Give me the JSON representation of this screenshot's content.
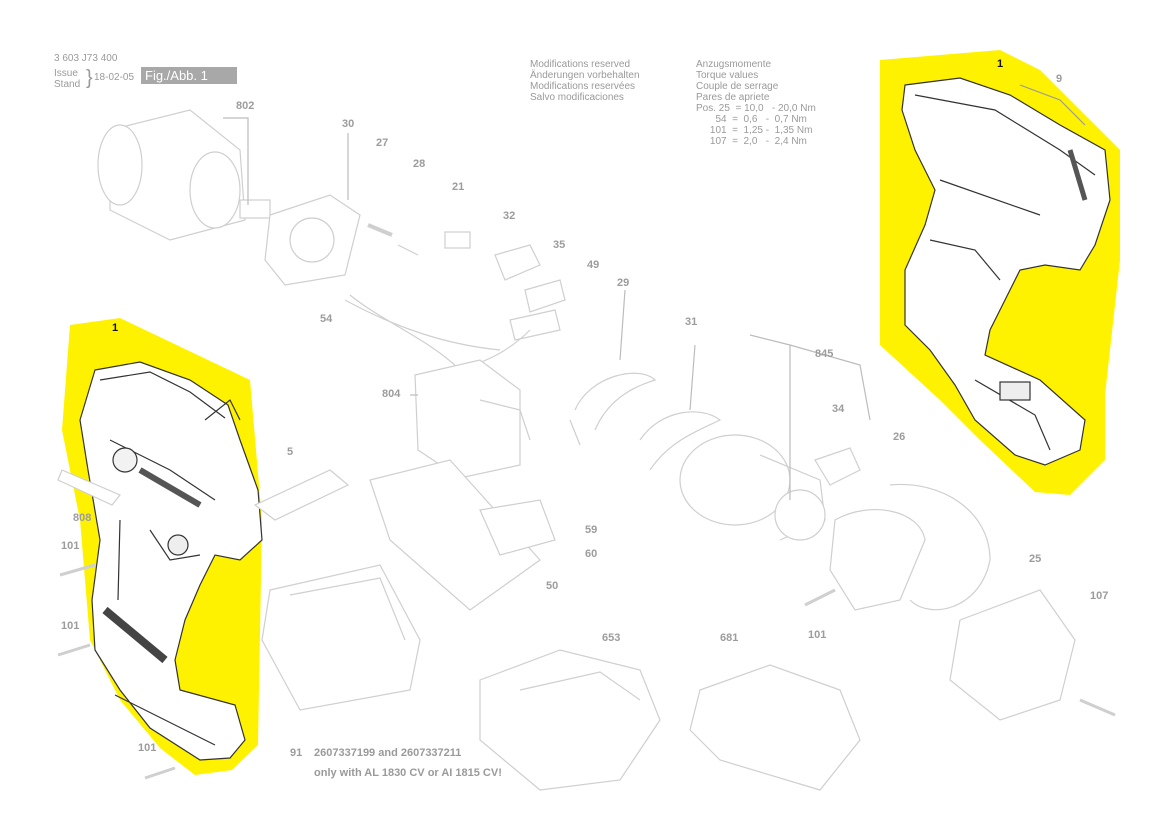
{
  "header": {
    "doc_number": "3 603 J73 400",
    "issue_label": "Issue",
    "stand_label": "Stand",
    "date": "18-02-05",
    "figure_label": "Fig./Abb. 1"
  },
  "notes_left": [
    "Modifications reserved",
    "Änderungen vorbehalten",
    "Modifications reservées",
    "Salvo modificaciones"
  ],
  "notes_right": [
    "Anzugsmomente",
    "Torque values",
    "Couple de serrage",
    "Pares de apriete",
    "Pos. 25  = 10,0   - 20,0 Nm",
    "       54  =  0,6   -  0,7 Nm",
    "     101  =  1,25 -  1,35 Nm",
    "     107  =  2,0   -  2,4 Nm"
  ],
  "part_labels": {
    "p802": "802",
    "p30": "30",
    "p27": "27",
    "p28": "28",
    "p21": "21",
    "p32": "32",
    "p35": "35",
    "p49": "49",
    "p54": "54",
    "p29": "29",
    "p31": "31",
    "p845": "845",
    "p804": "804",
    "p34": "34",
    "p26": "26",
    "p5": "5",
    "p59": "59",
    "p60": "60",
    "p50": "50",
    "p25": "25",
    "p101_mid": "101",
    "p107": "107",
    "p653": "653",
    "p681": "681",
    "p91": "91",
    "p808": "808",
    "p101_a": "101",
    "p101_b": "101",
    "p101_c": "101",
    "p1_left": "1",
    "p1_right": "1",
    "p9": "9"
  },
  "footnote": {
    "line1": "2607337199 and 2607337211",
    "line2": "only with AL 1830 CV or AI 1815 CV!"
  },
  "colors": {
    "highlight": "#fff200",
    "line": "#c8c8c8",
    "label": "#9c9c9c"
  }
}
